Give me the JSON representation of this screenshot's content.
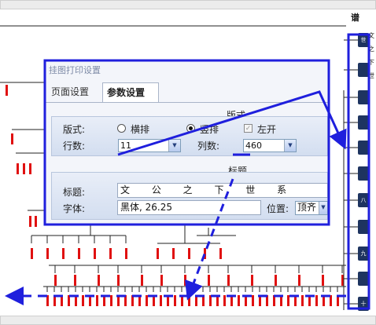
{
  "document": {
    "title_glyph": "谱"
  },
  "generation_badges": [
    "世",
    "",
    "",
    "",
    "",
    "",
    "八",
    "",
    "九",
    "",
    "十"
  ],
  "side_chars": [
    "文",
    "之",
    "下",
    "世"
  ],
  "dialog": {
    "title": "挂图打印设置",
    "tabs": [
      "页面设置",
      "参数设置"
    ],
    "active_tab": 1,
    "format_group": {
      "label": "版式",
      "layout_label": "版式:",
      "horizontal_label": "横排",
      "vertical_label": "竖排",
      "selected": "vertical",
      "left_open_label": "左开",
      "left_open_checked": true,
      "rows_label": "行数:",
      "rows_value": "11",
      "cols_label": "列数:",
      "cols_value": "460"
    },
    "title_group": {
      "label": "标题",
      "title_label": "标题:",
      "title_value": "文 公 之 下 世 系",
      "font_label": "字体:",
      "font_value": "黑体, 26.25",
      "position_label": "位置:",
      "position_value": "顶齐"
    }
  },
  "colors": {
    "annotation": "#1f1fdd",
    "tree_line": "#222222",
    "name_red": "#e01010",
    "badge_bg": "#1e3460",
    "dialog_bg": "#f3f5fa",
    "group_bg": "#dce5f4"
  }
}
